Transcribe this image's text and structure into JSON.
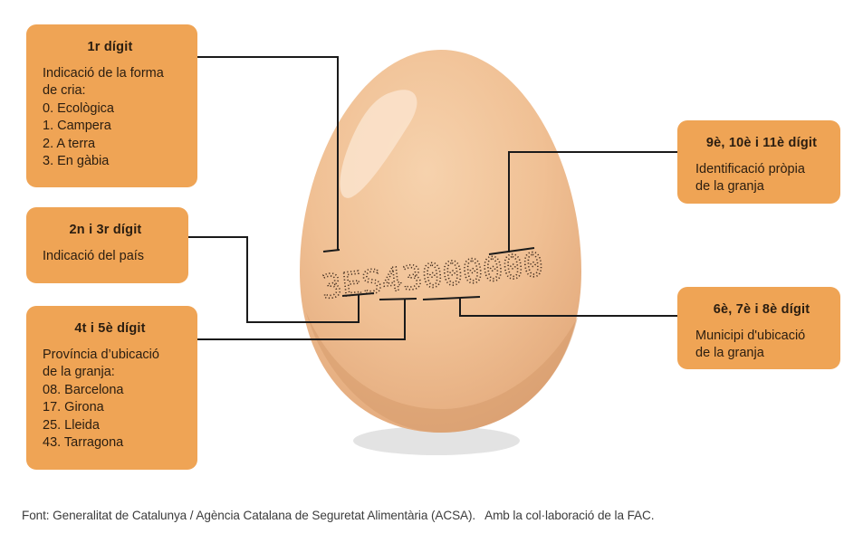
{
  "code": "3ES43000000",
  "boxes": [
    {
      "title": "1r dígit",
      "lines": [
        "Indicació de la forma",
        "de cria:",
        "0. Ecològica",
        "1. Campera",
        "2. A terra",
        "3. En gàbia"
      ]
    },
    {
      "title": "2n i 3r dígit",
      "lines": [
        "Indicació del país"
      ]
    },
    {
      "title": "4t i 5è dígit",
      "lines": [
        "Província d’ubicació",
        "de la granja:",
        "08. Barcelona",
        "17. Girona",
        "25. Lleida",
        "43. Tarragona"
      ]
    },
    {
      "title": "9è, 10è i 11è dígit",
      "lines": [
        "Identificació pròpia",
        "de la granja"
      ]
    },
    {
      "title": "6è, 7è i 8è dígit",
      "lines": [
        "Municipi d'ubicació",
        "de la granja"
      ]
    }
  ],
  "source": {
    "text": "Font: Generalitat de Catalunya / Agència Catalana de Seguretat Alimentària (ACSA).",
    "collab": "Amb la col·laboració de la FAC."
  },
  "colors": {
    "box": "#efa455",
    "egg_light": "#f4caa2",
    "egg_dark": "#d8a074",
    "connector": "#1a1a1a"
  }
}
